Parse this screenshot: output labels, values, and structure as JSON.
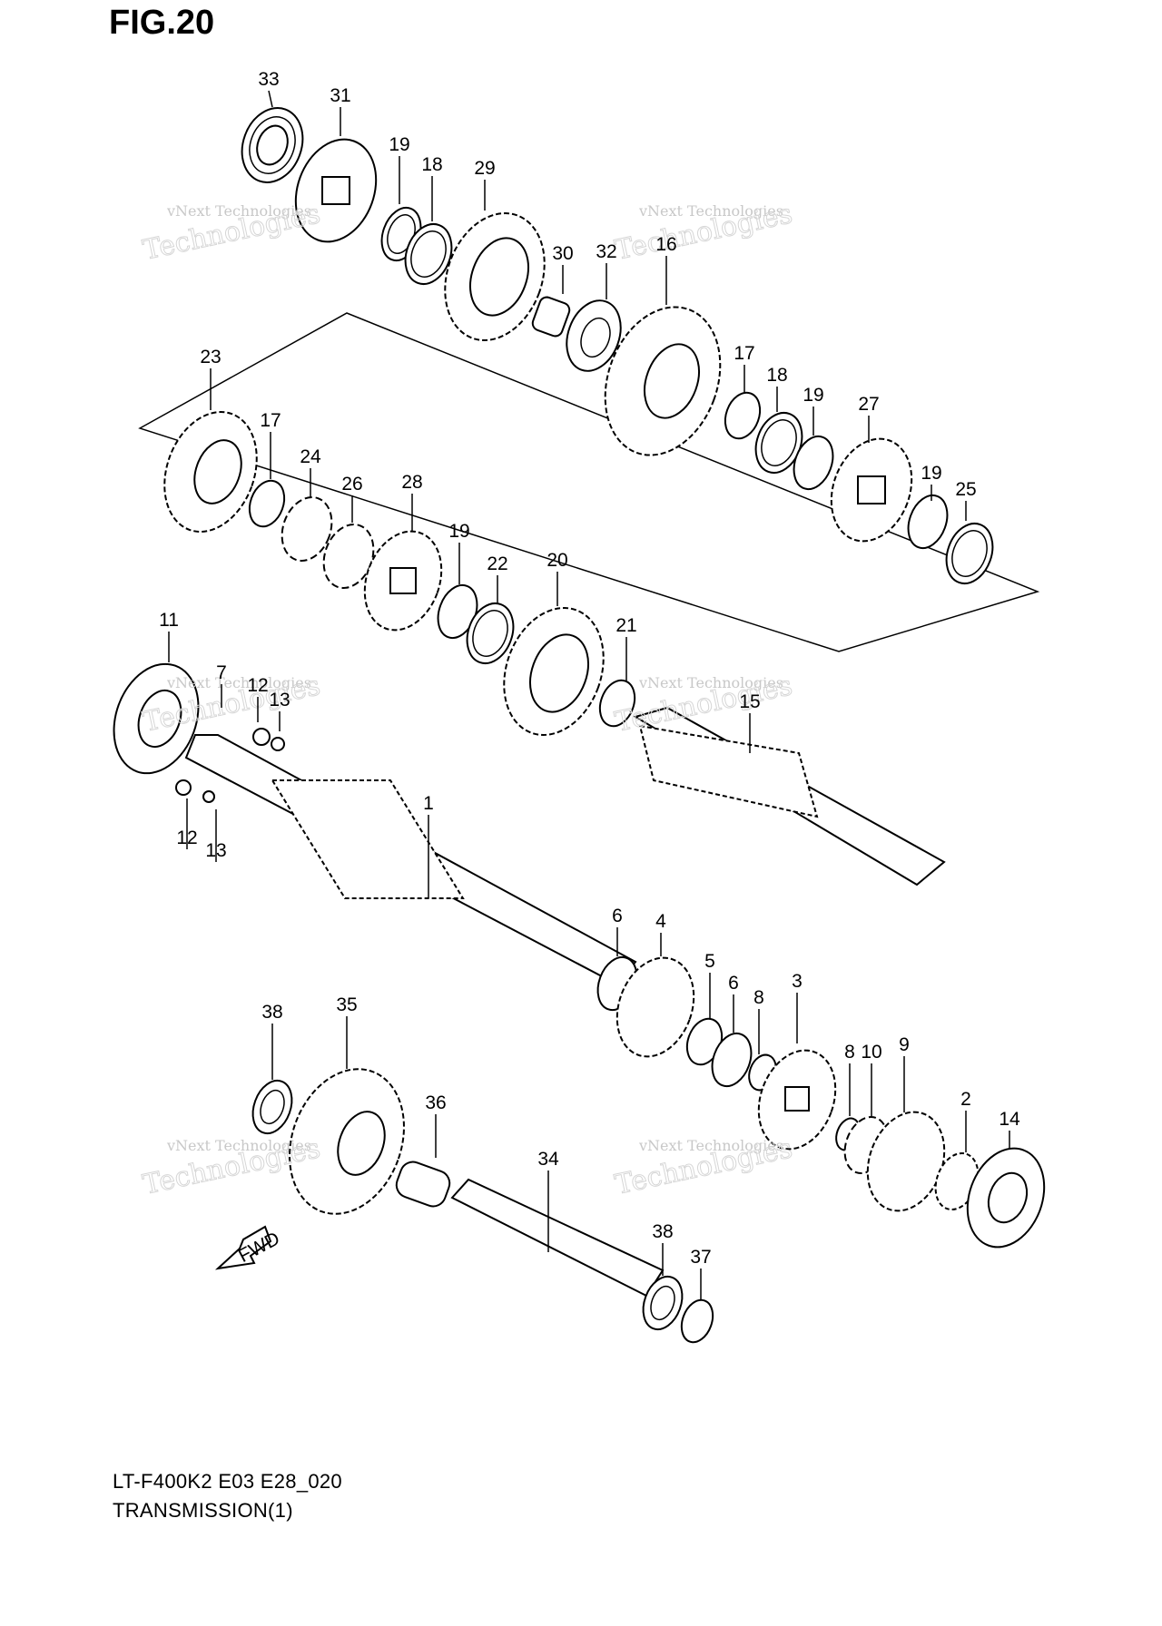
{
  "figure": {
    "title": "FIG.20",
    "model": "LT-F400K2 E03 E28_020",
    "section": "TRANSMISSION(1)"
  },
  "watermark": {
    "line1": "vNext Technologies",
    "line2": "Technologies"
  },
  "fwd_label": "FWD",
  "callouts": [
    "33",
    "31",
    "19",
    "18",
    "29",
    "30",
    "32",
    "16",
    "17",
    "18",
    "19",
    "27",
    "19",
    "25",
    "23",
    "17",
    "24",
    "26",
    "28",
    "19",
    "22",
    "20",
    "21",
    "11",
    "7",
    "12",
    "13",
    "12",
    "13",
    "1",
    "15",
    "6",
    "4",
    "5",
    "6",
    "8",
    "3",
    "8",
    "10",
    "9",
    "2",
    "14",
    "38",
    "35",
    "36",
    "34",
    "38",
    "37"
  ]
}
